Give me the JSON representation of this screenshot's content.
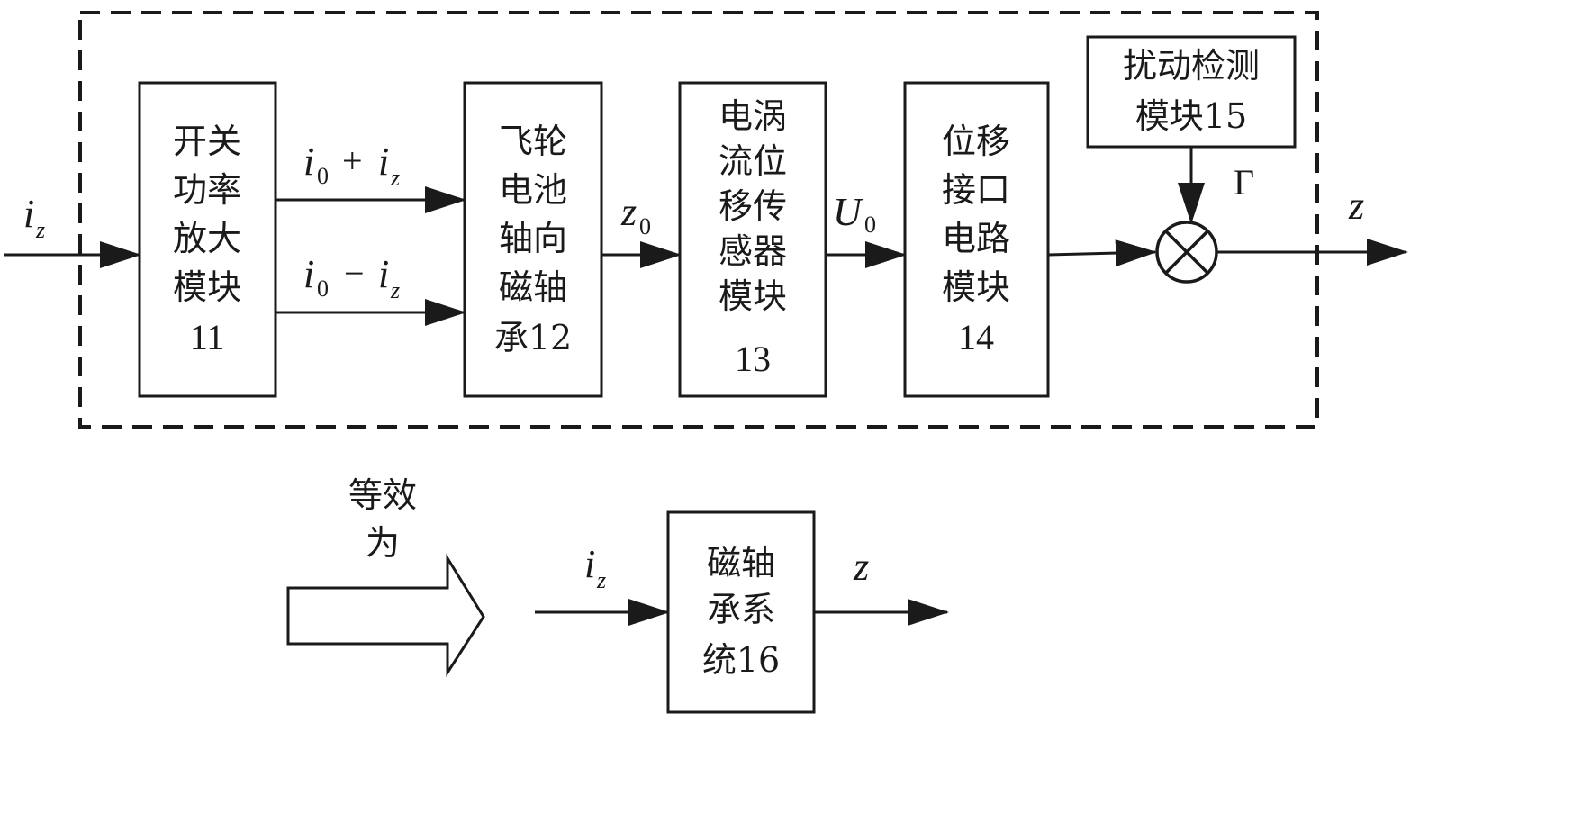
{
  "colors": {
    "stroke": "#1a1a1a",
    "background": "#ffffff"
  },
  "input_label": {
    "var": "i",
    "sub": "z"
  },
  "output_label": {
    "var": "z"
  },
  "blocks": {
    "switch_amp": {
      "lines": [
        "开关",
        "功率",
        "放大",
        "模块",
        "11"
      ]
    },
    "bearing": {
      "lines": [
        "飞轮",
        "电池",
        "轴向",
        "磁轴",
        "承12"
      ]
    },
    "sensor": {
      "lines": [
        "电涡",
        "流位",
        "移传",
        "感器",
        "模块",
        "13"
      ]
    },
    "interface": {
      "lines": [
        "位移",
        "接口",
        "电路",
        "模块",
        "14"
      ]
    },
    "disturbance": {
      "lines": [
        "扰动检测",
        "模块15"
      ]
    },
    "system": {
      "lines": [
        "磁轴",
        "承系",
        "统16"
      ]
    }
  },
  "signals": {
    "upper_current": {
      "a": "i",
      "a_sub": "0",
      "op": "+",
      "b": "i",
      "b_sub": "z"
    },
    "lower_current": {
      "a": "i",
      "a_sub": "0",
      "op": "−",
      "b": "i",
      "b_sub": "z"
    },
    "z0": {
      "var": "z",
      "sub": "0"
    },
    "u0": {
      "var": "U",
      "sub": "0"
    },
    "gamma": "Γ"
  },
  "equivalence": {
    "lines": [
      "等效",
      "为"
    ]
  },
  "bottom_input": {
    "var": "i",
    "sub": "z"
  },
  "bottom_output": {
    "var": "z"
  }
}
